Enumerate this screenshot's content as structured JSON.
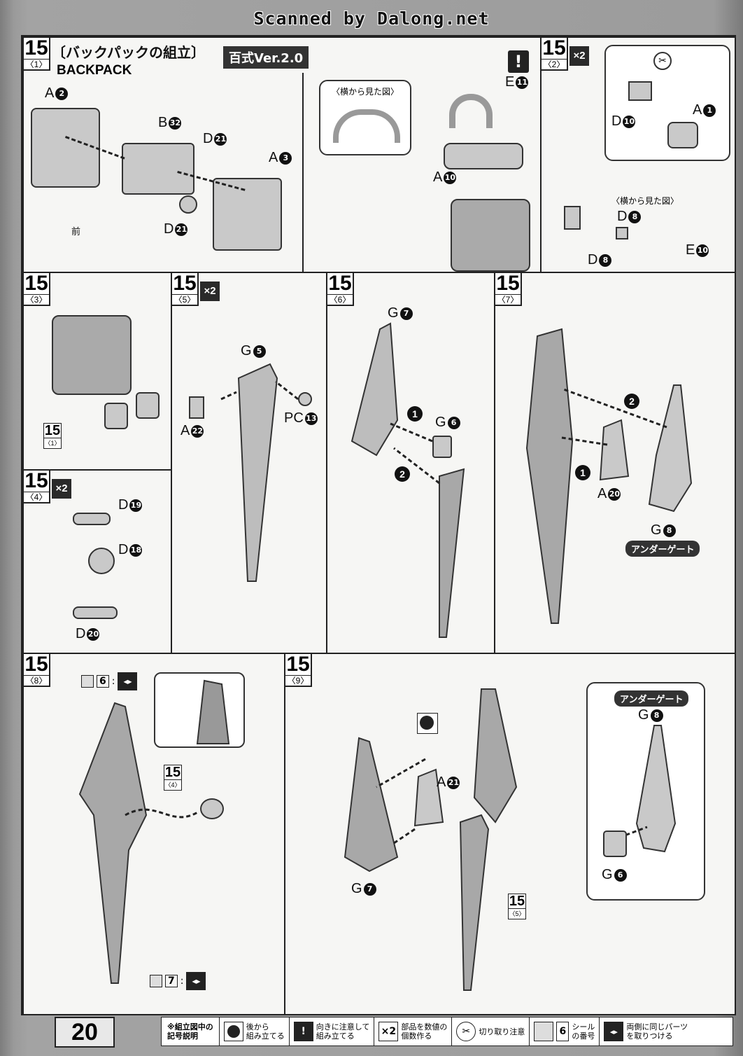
{
  "scan_watermark": "Scanned by Dalong.net",
  "step": "15",
  "header": {
    "title_jp": "〔バックパックの組立〕",
    "title_en": "BACKPACK",
    "version_badge": "百式Ver.2.0"
  },
  "panels": {
    "p1": {
      "sub": "〈1〉",
      "labels": {
        "a2": "A",
        "a2n": "2",
        "b32": "B",
        "b32n": "32",
        "d21a": "D",
        "d21an": "21",
        "a3": "A",
        "a3n": "3",
        "d21b": "D",
        "d21bn": "21",
        "front": "前",
        "side_view": "〈横から見た図〉",
        "e11": "E",
        "e11n": "11",
        "a10": "A",
        "a10n": "10"
      }
    },
    "p2": {
      "sub": "〈2〉",
      "mult": "×2",
      "labels": {
        "d10": "D",
        "d10n": "10",
        "a1": "A",
        "a1n": "1",
        "side_view": "〈横から見た図〉",
        "d8a": "D",
        "d8an": "8",
        "d8b": "D",
        "d8bn": "8",
        "e10": "E",
        "e10n": "10"
      }
    },
    "p3": {
      "sub": "〈3〉",
      "ref_step": "15",
      "ref_sub": "〈1〉"
    },
    "p4": {
      "sub": "〈4〉",
      "mult": "×2",
      "labels": {
        "d19": "D",
        "d19n": "19",
        "d18": "D",
        "d18n": "18",
        "d20": "D",
        "d20n": "20"
      }
    },
    "p5": {
      "sub": "〈5〉",
      "mult": "×2",
      "labels": {
        "g5": "G",
        "g5n": "5",
        "a22": "A",
        "a22n": "22",
        "pc13": "PC",
        "pc13n": "13"
      }
    },
    "p6": {
      "sub": "〈6〉",
      "labels": {
        "g7": "G",
        "g7n": "7",
        "g6": "G",
        "g6n": "6",
        "c1": "1",
        "c2": "2"
      }
    },
    "p7": {
      "sub": "〈7〉",
      "labels": {
        "a20": "A",
        "a20n": "20",
        "g8": "G",
        "g8n": "8",
        "under_gate": "アンダーゲート",
        "c1": "1",
        "c2": "2"
      }
    },
    "p8": {
      "sub": "〈8〉",
      "labels": {
        "seal6": "6",
        "seal7": "7",
        "ref_step": "15",
        "ref_sub": "〈4〉",
        "colon": ":"
      }
    },
    "p9": {
      "sub": "〈9〉",
      "labels": {
        "a21": "A",
        "a21n": "21",
        "g7": "G",
        "g7n": "7",
        "under_gate": "アンダーゲート",
        "g8": "G",
        "g8n": "8",
        "g6": "G",
        "g6n": "6",
        "ref_step": "15",
        "ref_sub": "〈5〉"
      }
    }
  },
  "footer": {
    "page_number": "20",
    "legend_head_1": "※組立図中の",
    "legend_head_2": "記号説明",
    "items": [
      {
        "icon": "●",
        "text1": "後から",
        "text2": "組み立てる"
      },
      {
        "icon": "!",
        "text1": "向きに注意して",
        "text2": "組み立てる"
      },
      {
        "icon": "×2",
        "text1": "部品を数値の",
        "text2": "個数作る"
      },
      {
        "icon": "✂",
        "text1": "切り取り注意",
        "text2": ""
      },
      {
        "icon": "6",
        "text1": "シール",
        "text2": "の番号"
      },
      {
        "icon": "◂▸",
        "text1": "両側に同じパーツ",
        "text2": "を取りつける"
      }
    ]
  }
}
